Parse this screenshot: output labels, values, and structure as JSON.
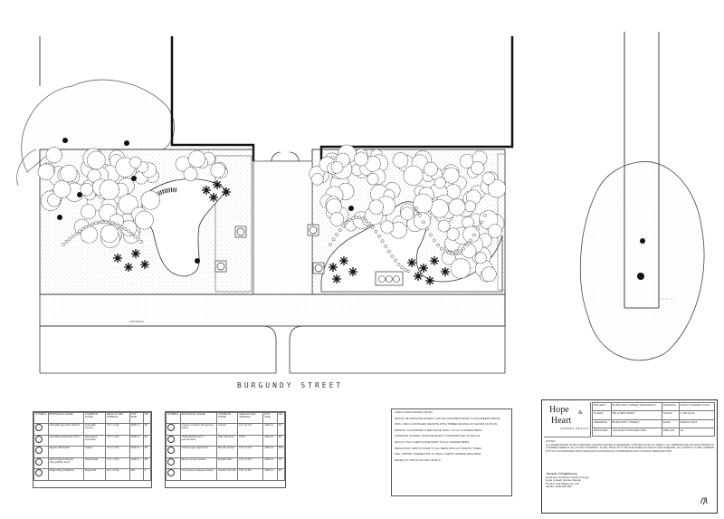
{
  "street": {
    "name": "BURGUNDY  STREET",
    "footpath": "FOOTPATH"
  },
  "table1": {
    "headers": [
      "SYMBOL",
      "BOTANICAL NAME",
      "COMMON NAME",
      "HEIGHT AND SPREAD",
      "POT SIZE",
      "NO."
    ],
    "rows": [
      [
        "",
        "Camellia japonica 'Desire'",
        "Camellia 'Desire'",
        "3.0 x 2.0m",
        "300mm",
        "15"
      ],
      [
        "",
        "Camellia sasanqua 'Hiryu'",
        "Sasanqua Camellia",
        "2.5 x 1.5m",
        "200mm",
        "22"
      ],
      [
        "",
        "Agave attenuata",
        "Agave",
        "1.0 x 1.2m",
        "200mm",
        "19"
      ],
      [
        "",
        "Westringia fruticosa 'Wynyabbie Gem'",
        "Westringia",
        "1.5 x 1.5m",
        "140mm",
        "38"
      ],
      [
        "",
        "Magnolia grandiflora",
        "Magnolia",
        "8.0 x 5.0m",
        "45L",
        "3"
      ]
    ]
  },
  "table2": {
    "headers": [
      "SYMBOL",
      "BOTANICAL NAME",
      "COMMON NAME",
      "HEIGHT AND SPREAD",
      "POT SIZE",
      "NO."
    ],
    "rows": [
      [
        "",
        "Liriope muscari 'Evergreen Giant'",
        "Liriope",
        "0.4 x 0.4m",
        "140mm",
        "64"
      ],
      [
        "",
        "Trachelospermum jasminoides",
        "Star Jasmine",
        "0.5m",
        "140mm",
        "40"
      ],
      [
        "",
        "Ophiopogon japonicus",
        "Mondo Grass",
        "0.2 x 0.3m",
        "100mm",
        "120"
      ],
      [
        "",
        "Buxus sempervirens",
        "English Box",
        "0.5 x 0.5m",
        "200mm",
        "12"
      ],
      [
        "",
        "Pennisetum alopecuroides",
        "Swamp Foxtail",
        "0.8 x 0.8m",
        "140mm",
        "30"
      ]
    ]
  },
  "notes": {
    "title": "HARD LANDSCAPING NOTES",
    "items": [
      "PAVING: BLUESTONE PAVERS LAID ON CONCRETE BASE TO ENGINEERS DETAIL.",
      "PATH: 100mm CRUSHED GRANITE WITH TIMBER EDGING AS SHOWN ON PLAN.",
      "EDGING: GALVANISED STEEL EDGE 150mm TO ALL GARDEN BEDS.",
      "STEPPING STONES: RANDOM BASALT STEPPERS SET IN MULCH.",
      "MULCH: 75mm DEPTH PINE BARK TO ALL GARDEN BEDS.",
      "IRRIGATION: DRIP SYSTEM TO ALL BEDS WITH AUTOMATIC TIMER.",
      "SOIL: IMPORT GARDEN MIX TO 300mm DEPTH WHERE REQUIRED.",
      "REFER TO SITE PLAN FOR LEVELS."
    ]
  },
  "title_block": {
    "logo_line1": "Hope",
    "logo_amp": "&",
    "logo_line2": "Heart",
    "logo_sub": "GARDEN DESIGN",
    "grid": [
      [
        "PROJECT",
        "BURGUNDY STREET RESIDENCE",
        "DRAWING",
        "FRONT GARDEN PLAN"
      ],
      [
        "CLIENT",
        "MR & MRS SMITH",
        "SCALE",
        "1:100 @ A3"
      ],
      [
        "ADDRESS",
        "BURGUNDY STREET",
        "DATE",
        "MARCH 2015"
      ],
      [
        "DESIGNER",
        "JACQUIE D'ANGLEBOURG",
        "DWG NO.",
        "01"
      ]
    ],
    "notes_title": "NOTES",
    "notes_text": "ALL DIMENSIONS IN MILLIMETRES UNLESS NOTED OTHERWISE. CONTRACTOR TO VERIFY ALL DIMENSIONS ON SITE PRIOR TO COMMENCEMENT. ALL PLANT MATERIAL TO BE TRUE TO TYPE AND FREE OF PESTS AND DISEASE. ALL WORKS TO BE CARRIED OUT IN ACCORDANCE WITH RELEVANT AUSTRALIAN STANDARDS AND COUNCIL REGULATIONS.",
    "contact_name": "Jacquie d'Anglebourg",
    "contact_lines": [
      "Graduate Certificate Garden Design",
      "Hope & Heart Garden Design",
      "PO Box 123 Melbourne VIC",
      "Mobile: 0400 000 000"
    ]
  }
}
